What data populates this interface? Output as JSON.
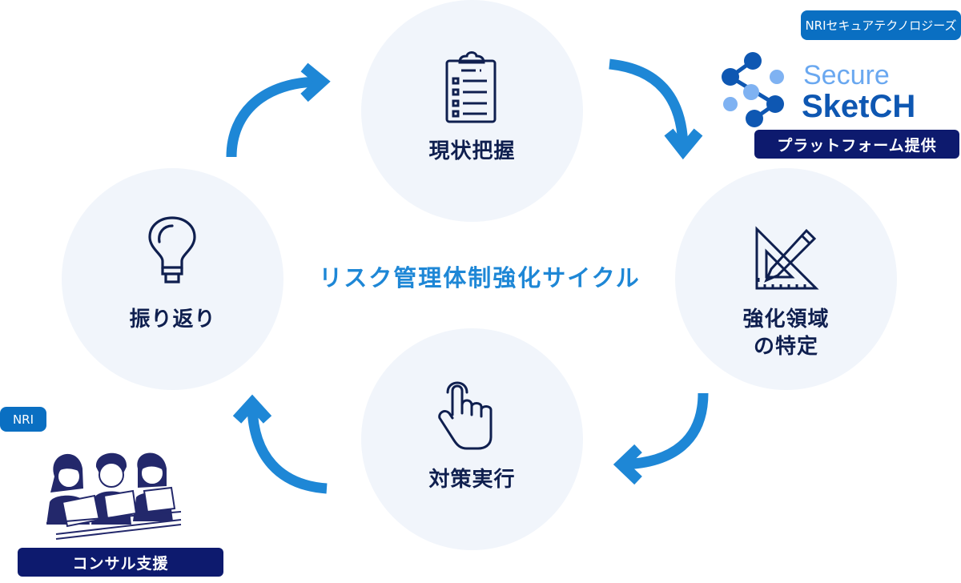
{
  "diagram": {
    "center_title": "リスク管理体制強化サイクル",
    "steps": [
      {
        "label": "現状把握",
        "icon": "clipboard-checklist-icon"
      },
      {
        "label_line1": "強化領域",
        "label_line2": "の特定",
        "icon": "set-square-pencil-icon"
      },
      {
        "label": "対策実行",
        "icon": "pointing-hand-icon"
      },
      {
        "label": "振り返り",
        "icon": "light-bulb-icon"
      }
    ],
    "arrow_color": "#1e87d6",
    "circle_color": "#f1f5fb",
    "text_color": "#0f1f4f"
  },
  "platform": {
    "provider_badge": "NRIセキュアテクノロジーズ",
    "logo_line1": "Secure",
    "logo_line2": "SketCH",
    "role_label": "プラットフォーム提供"
  },
  "consulting": {
    "provider_badge": "NRI",
    "role_label": "コンサル支援",
    "illustration": "consultants-at-laptops-illustration"
  },
  "colors": {
    "badge_blue": "#0a6fc2",
    "badge_navy": "#0d1a6e",
    "logo_light": "#6aa8f0",
    "logo_dark": "#0e57b2"
  }
}
